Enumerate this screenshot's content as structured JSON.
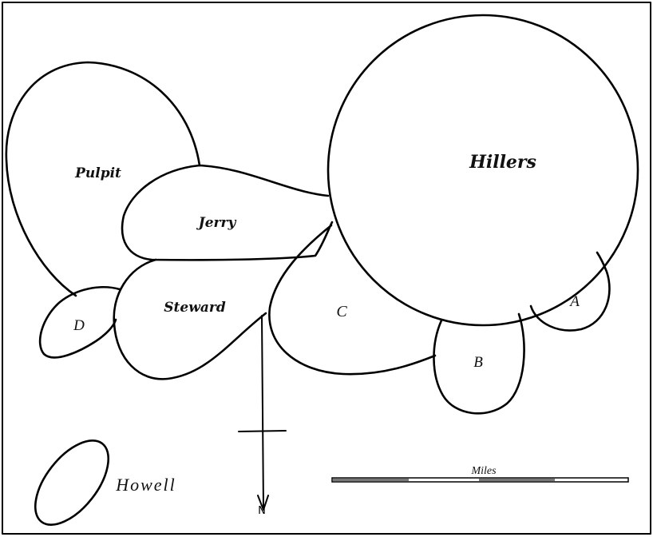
{
  "map": {
    "areas": {
      "pulpit": "Pulpit",
      "jerry": "Jerry",
      "hillers": "Hillers",
      "steward": "Steward",
      "c": "C",
      "d": "D",
      "a": "A",
      "b": "B",
      "howell": "Howell"
    },
    "compass_label": "N",
    "scale_label": "Miles"
  }
}
